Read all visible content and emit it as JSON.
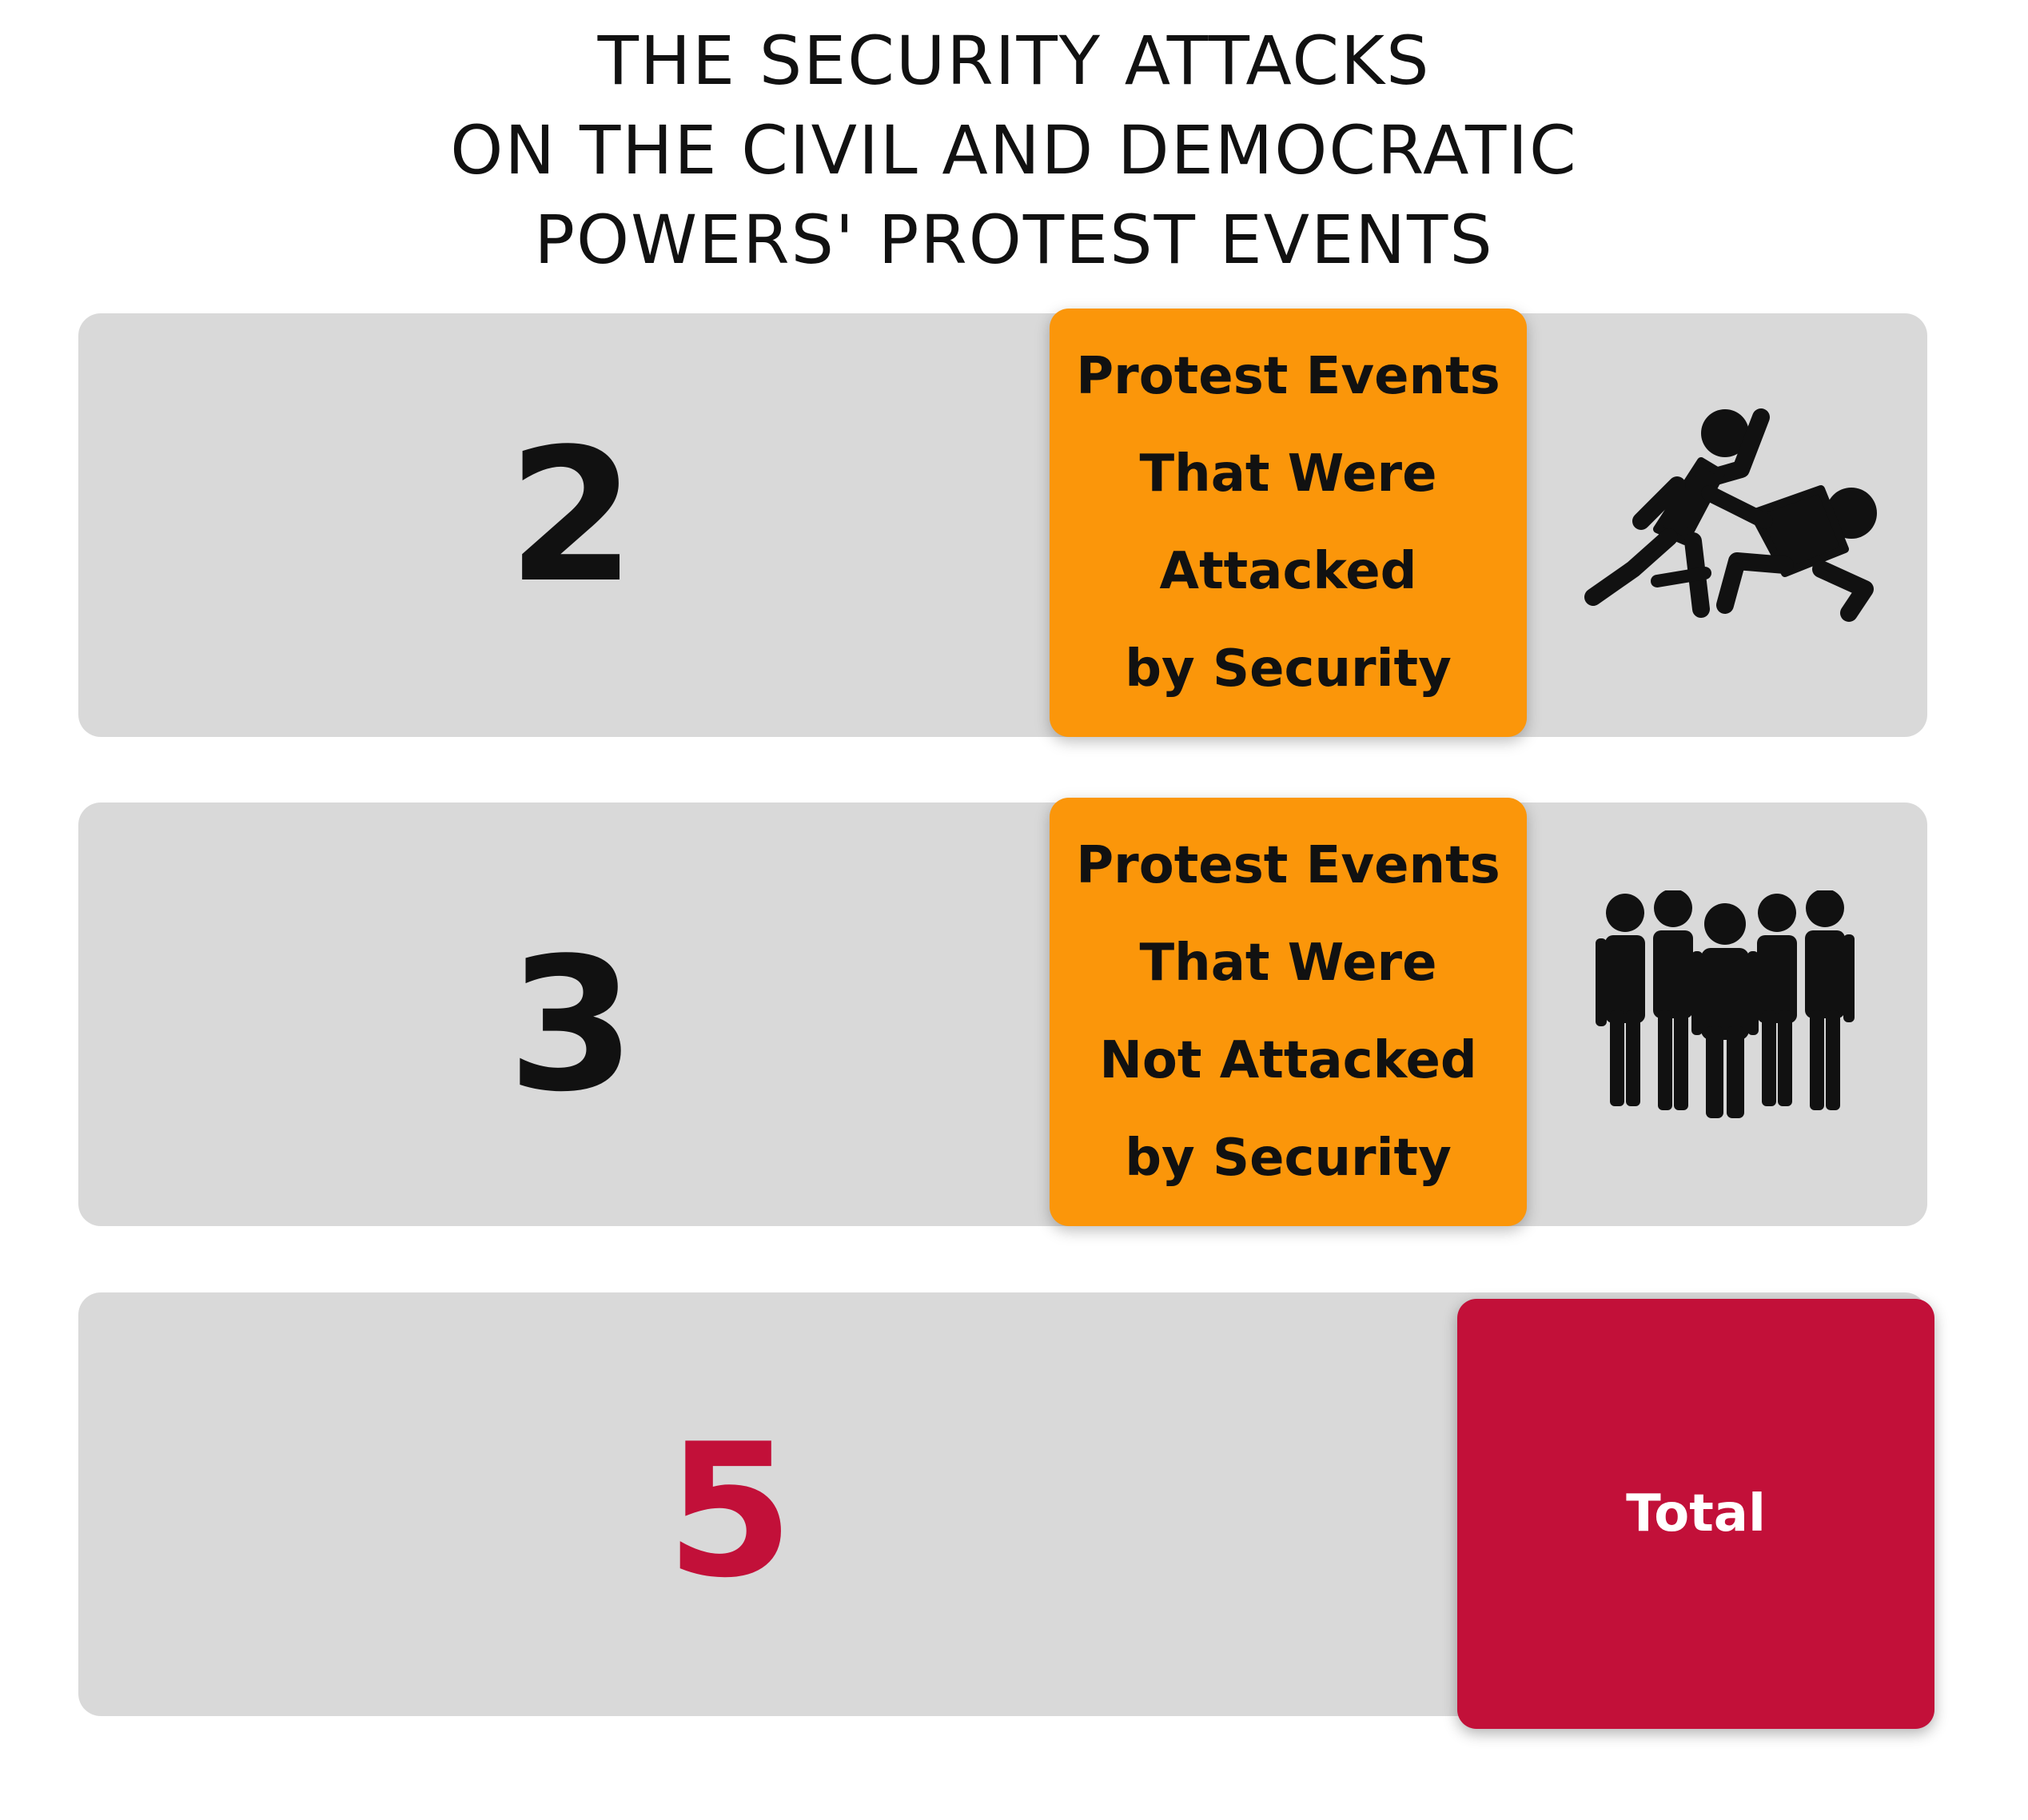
{
  "title": {
    "line1": "THE SECURITY ATTACKS",
    "line2": "ON THE CIVIL AND DEMOCRATIC",
    "line3": "POWERS' PROTEST EVENTS"
  },
  "rows": [
    {
      "value": "2",
      "label_lines": [
        "Protest Events",
        "That Were",
        "Attacked",
        "by Security"
      ],
      "icon": "attack-icon",
      "box_color": "#fb960a"
    },
    {
      "value": "3",
      "label_lines": [
        "Protest Events",
        "That Were",
        "Not Attacked",
        "by Security"
      ],
      "icon": "crowd-icon",
      "box_color": "#fb960a"
    },
    {
      "value": "5",
      "label": "Total",
      "box_color": "#c21039",
      "value_color": "#c21039"
    }
  ],
  "colors": {
    "row_background": "#d9d9d9",
    "accent_orange": "#fb960a",
    "accent_red": "#c21039"
  }
}
